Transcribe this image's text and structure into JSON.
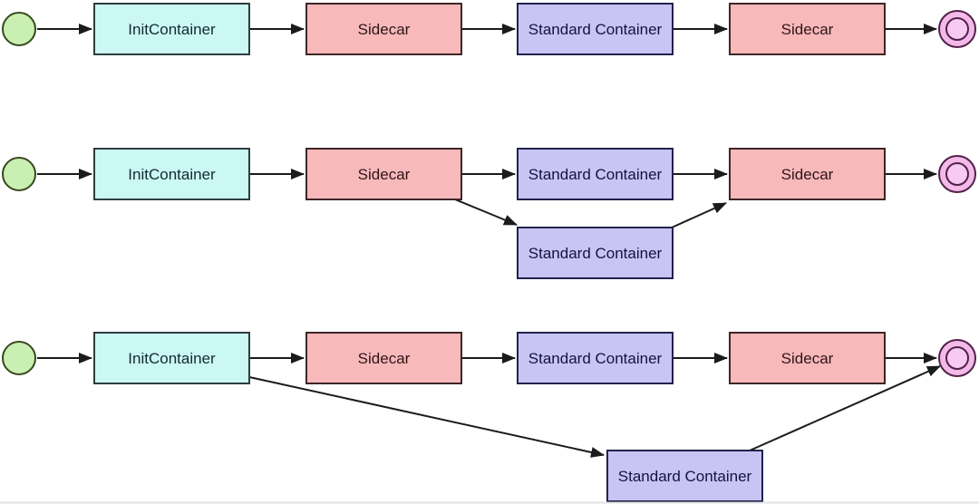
{
  "labels": {
    "init": "InitContainer",
    "sidecar": "Sidecar",
    "standard": "Standard Container"
  },
  "colors": {
    "background": "#ffffff",
    "edge": "#1b1b1b",
    "start_fill": "#c9f0b2",
    "start_stroke": "#38491f",
    "init_fill": "#cbf8f3",
    "init_stroke": "#2c3e3e",
    "init_text": "#132a31",
    "sidecar_fill": "#f8b9bb",
    "sidecar_stroke": "#3f2527",
    "sidecar_text": "#2e1517",
    "standard_fill": "#c8c4f4",
    "standard_stroke": "#22224e",
    "standard_text": "#131340",
    "end_fill": "#f3bae9",
    "end_inner_fill": "#f8c9f1",
    "end_stroke": "#512149",
    "bottom_edge": "#dddddd"
  },
  "diagram": {
    "type": "flowchart",
    "rows": [
      {
        "name": "row-1",
        "sequence": [
          "start",
          "InitContainer",
          "Sidecar",
          "Standard Container",
          "Sidecar",
          "end"
        ],
        "extra_nodes": [],
        "extra_edges": []
      },
      {
        "name": "row-2",
        "sequence": [
          "start",
          "InitContainer",
          "Sidecar",
          "Standard Container",
          "Sidecar",
          "end"
        ],
        "extra_nodes": [
          "Standard Container (second, below row)"
        ],
        "extra_edges": [
          "Sidecar (first) -> Standard Container (second, below row)",
          "Standard Container (second, below row) -> Sidecar (second)"
        ]
      },
      {
        "name": "row-3",
        "sequence": [
          "start",
          "InitContainer",
          "Sidecar",
          "Standard Container",
          "Sidecar",
          "end"
        ],
        "extra_nodes": [
          "Standard Container (second, bottom)"
        ],
        "extra_edges": [
          "InitContainer -> Standard Container (second, bottom)",
          "Standard Container (second, bottom) -> end"
        ]
      }
    ]
  }
}
